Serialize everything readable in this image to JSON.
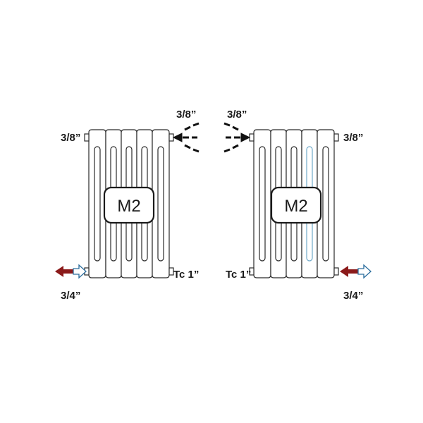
{
  "diagram": {
    "colors": {
      "outline": "#2a2a2a",
      "arrow_red": "#8b1a1a",
      "arrow_blue_outline": "#2c6e9e",
      "vent_black": "#111111"
    },
    "left_radiator": {
      "model_label": "M2",
      "top_left_connection": "3/8”",
      "vent_connection": "3/8”",
      "bottom_right_connection": "Tc 1”",
      "bottom_left_connection": "3/4”",
      "vent_icon": "air-vent-spray-icon",
      "inlet_icon": "inlet-outlet-arrows-icon"
    },
    "right_radiator": {
      "model_label": "M2",
      "top_right_connection": "3/8”",
      "vent_connection": "3/8”",
      "bottom_left_connection": "Tc 1”",
      "bottom_right_connection": "3/4”",
      "vent_icon": "air-vent-spray-icon",
      "inlet_icon": "inlet-outlet-arrows-icon"
    }
  }
}
